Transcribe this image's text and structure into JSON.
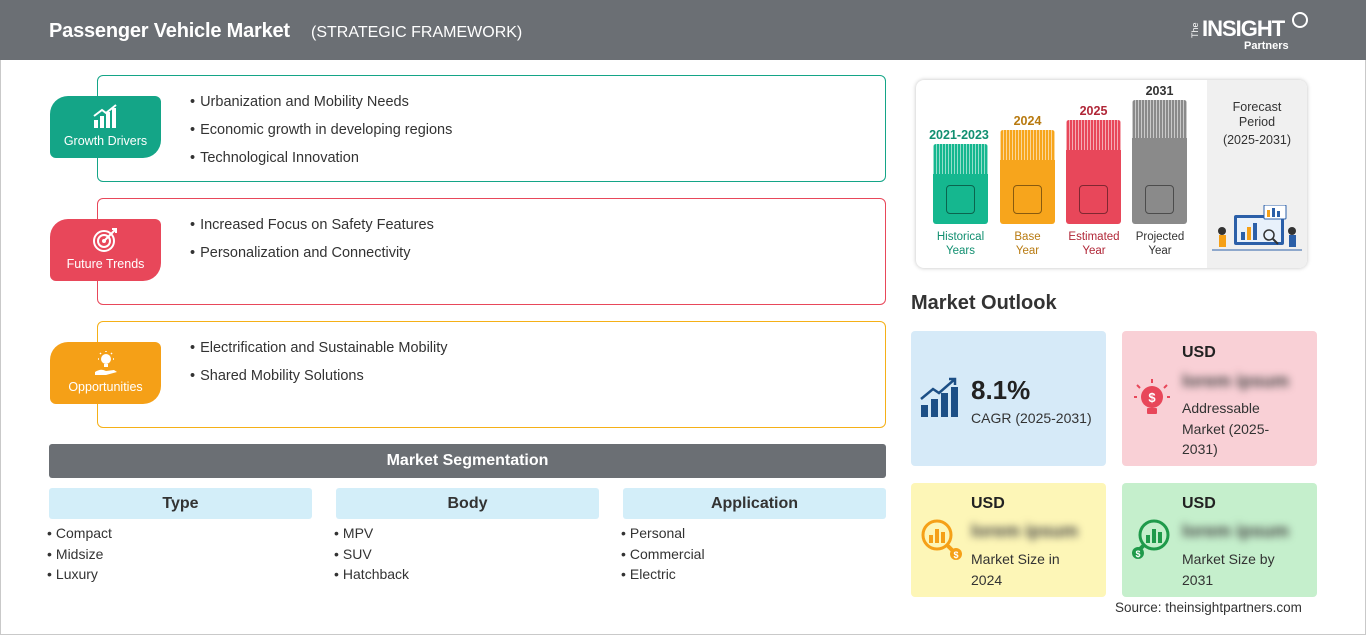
{
  "header": {
    "title": "Passenger Vehicle Market",
    "subtitle": "(STRATEGIC FRAMEWORK)",
    "logo": {
      "the": "The",
      "insight": "INSIGHT",
      "partners": "Partners"
    }
  },
  "framework": [
    {
      "badge": "Growth Drivers",
      "icon": "bar-chart-growth-icon",
      "color": "#14a587",
      "items": [
        "Urbanization and Mobility Needs",
        "Economic growth in developing regions",
        "Technological Innovation"
      ]
    },
    {
      "badge": "Future Trends",
      "icon": "target-icon",
      "color": "#e8475a",
      "items": [
        "Increased Focus on Safety Features",
        "Personalization and Connectivity"
      ]
    },
    {
      "badge": "Opportunities",
      "icon": "lightbulb-hand-icon",
      "color": "#f5a017",
      "items": [
        "Electrification and Sustainable Mobility",
        "Shared Mobility Solutions"
      ]
    }
  ],
  "segmentation": {
    "title": "Market Segmentation",
    "columns": [
      {
        "header": "Type",
        "items": [
          "Compact",
          "Midsize",
          "Luxury"
        ]
      },
      {
        "header": "Body",
        "items": [
          "MPV",
          "SUV",
          "Hatchback"
        ]
      },
      {
        "header": "Application",
        "items": [
          "Personal",
          "Commercial",
          "Electric"
        ]
      }
    ]
  },
  "timeline": {
    "bars": [
      {
        "year": "2021-2023",
        "label_line1": "Historical",
        "label_line2": "Years",
        "color": "#15b78f",
        "year_color": "#118f70",
        "label_color": "#118f70",
        "icon": "history-clock-icon"
      },
      {
        "year": "2024",
        "label_line1": "Base",
        "label_line2": "Year",
        "color": "#f7a51c",
        "year_color": "#b87a10",
        "label_color": "#b87a10",
        "icon": "calendar-icon"
      },
      {
        "year": "2025",
        "label_line1": "Estimated",
        "label_line2": "Year",
        "color": "#e8475a",
        "year_color": "#b02637",
        "label_color": "#b02637",
        "icon": "gears-chart-icon"
      },
      {
        "year": "2031",
        "label_line1": "Projected",
        "label_line2": "Year",
        "color": "#8a8a8a",
        "year_color": "#333333",
        "label_color": "#333333",
        "icon": "presentation-board-icon"
      }
    ],
    "forecast_title": "Forecast Period",
    "forecast_range": "(2025-2031)"
  },
  "outlook": {
    "title": "Market Outlook",
    "cagr_value": "8.1%",
    "cagr_label": "CAGR (2025-2031)",
    "addressable": {
      "usd": "USD",
      "value": "lorem ipsum",
      "desc": [
        "Addressable",
        "Market (2025-",
        "2031)"
      ]
    },
    "size_2024": {
      "usd": "USD",
      "value": "lorem ipsum",
      "desc": [
        "Market Size in",
        "2024"
      ]
    },
    "size_2031": {
      "usd": "USD",
      "value": "lorem ipsum",
      "desc": [
        "Market Size by",
        "2031"
      ]
    }
  },
  "source": "Source: theinsightpartners.com"
}
